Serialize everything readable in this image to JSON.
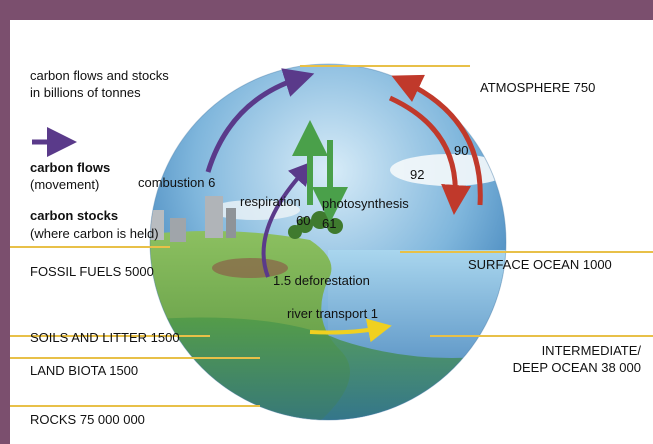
{
  "header": {
    "units_line1": "carbon flows and stocks",
    "units_line2": "in billions of tonnes"
  },
  "legend": {
    "flows_title": "carbon flows",
    "flows_sub": "(movement)",
    "stocks_title": "carbon stocks",
    "stocks_sub": "(where carbon is held)",
    "flow_arrow_color": "#5a3a8a"
  },
  "stocks": {
    "atmosphere": "ATMOSPHERE 750",
    "fossil_fuels": "FOSSIL FUELS 5000",
    "surface_ocean": "SURFACE OCEAN 1000",
    "soils_litter": "SOILS AND LITTER 1500",
    "land_biota": "LAND BIOTA 1500",
    "deep_ocean_line1": "INTERMEDIATE/",
    "deep_ocean_line2": "DEEP OCEAN 38 000",
    "rocks": "ROCKS 75 000 000"
  },
  "flows": {
    "combustion": "combustion 6",
    "respiration_label": "respiration",
    "respiration_value": "60",
    "photosynthesis_label": "photosynthesis",
    "photosynthesis_value": "61",
    "deforestation": "1.5 deforestation",
    "river_transport": "river transport 1",
    "ocean_uptake": "92",
    "ocean_release": "90"
  },
  "colors": {
    "stock_line": "#e8c048",
    "combustion_arrow": "#5a3a8a",
    "exchange_arrow": "#c0392b",
    "bio_arrow": "#4aa04a",
    "river_arrow": "#f0d020"
  }
}
